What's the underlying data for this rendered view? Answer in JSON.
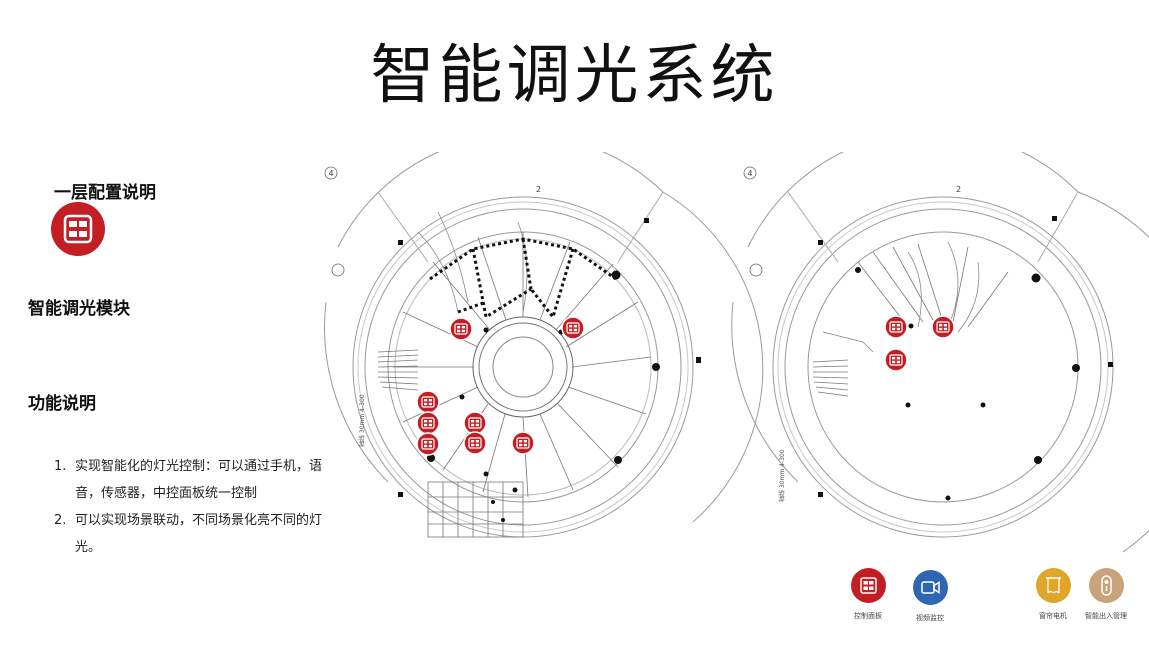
{
  "title": "智能调光系统",
  "sections": {
    "config": "一层配置说明",
    "module": "智能调光模块",
    "function": "功能说明"
  },
  "function_items": [
    {
      "num": "1.",
      "text": "实现智能化的灯光控制：可以通过手机，语音，传感器，中控面板统一控制"
    },
    {
      "num": "2.",
      "text": "可以实现场景联动，不同场景化亮不同的灯光。"
    }
  ],
  "legend": [
    {
      "label": "控制面板",
      "icon": "control-panel-icon",
      "color": "#c41e25"
    },
    {
      "label": "视频监控",
      "icon": "video-camera-icon",
      "color": "#2f66b3"
    },
    {
      "label": "窗帘电机",
      "icon": "curtain-motor-icon",
      "color": "#e0a62a"
    },
    {
      "label": "智能出入管理",
      "icon": "access-control-icon",
      "color": "#c9a37c"
    }
  ],
  "plan_texts": {
    "axis_2": "2",
    "axis_4": "4",
    "dim_label": "轴线 30mm 4-300"
  },
  "colors": {
    "accent_red": "#c41e25",
    "camera_blue": "#2f66b3",
    "curtain_gold": "#e0a62a",
    "access_tan": "#c9a37c"
  }
}
